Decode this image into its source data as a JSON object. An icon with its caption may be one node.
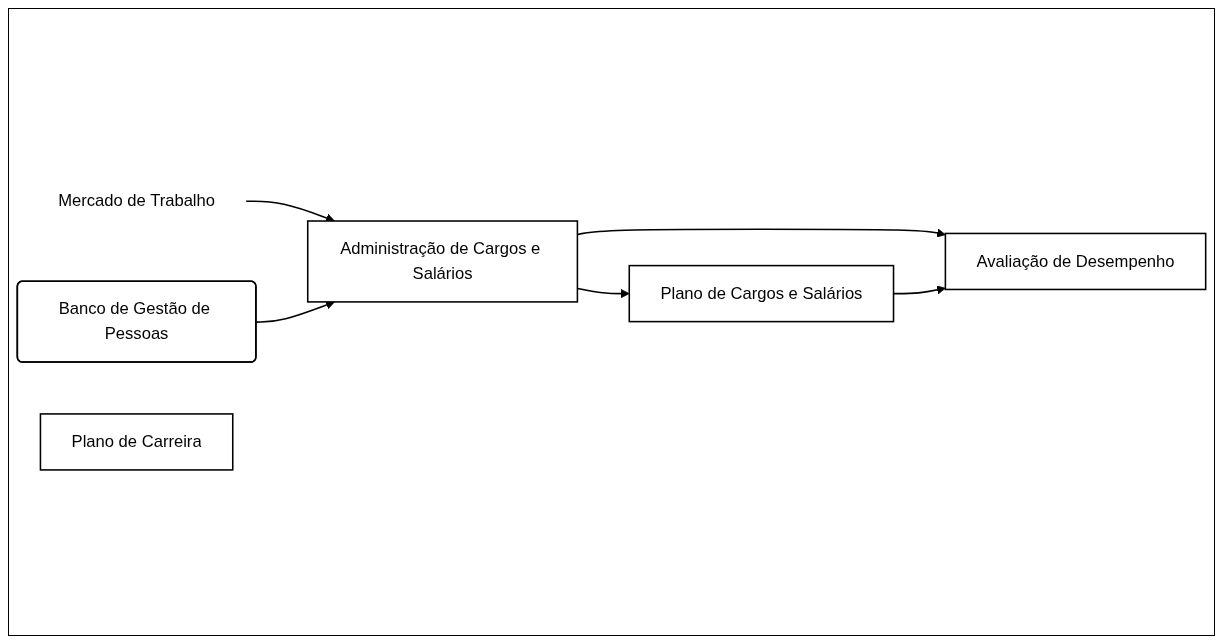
{
  "diagram": {
    "nodes": [
      {
        "text": [
          "Mercado de Trabalho"
        ]
      },
      {
        "text": [
          "Banco de Gestão de Pessoas"
        ]
      },
      {
        "text": [
          "Administração de Cargos e Salários"
        ]
      },
      {
        "text": [
          "Avaliação de Desempenho"
        ]
      },
      {
        "text": [
          "Plano de Carreira"
        ]
      },
      {
        "text": [
          "Plano de Cargos e Salários"
        ]
      }
    ],
    "edges": [
      {
        "from": 0,
        "to": 2,
        "arrow": "to"
      },
      {
        "from": 1,
        "to": 2,
        "arrow": "to"
      },
      {
        "from": 2,
        "to": 3,
        "arrow": "to"
      },
      {
        "from": 2,
        "to": 5,
        "arrow": "to"
      },
      {
        "from": 5,
        "to": 3,
        "arrow": "to"
      }
    ]
  }
}
